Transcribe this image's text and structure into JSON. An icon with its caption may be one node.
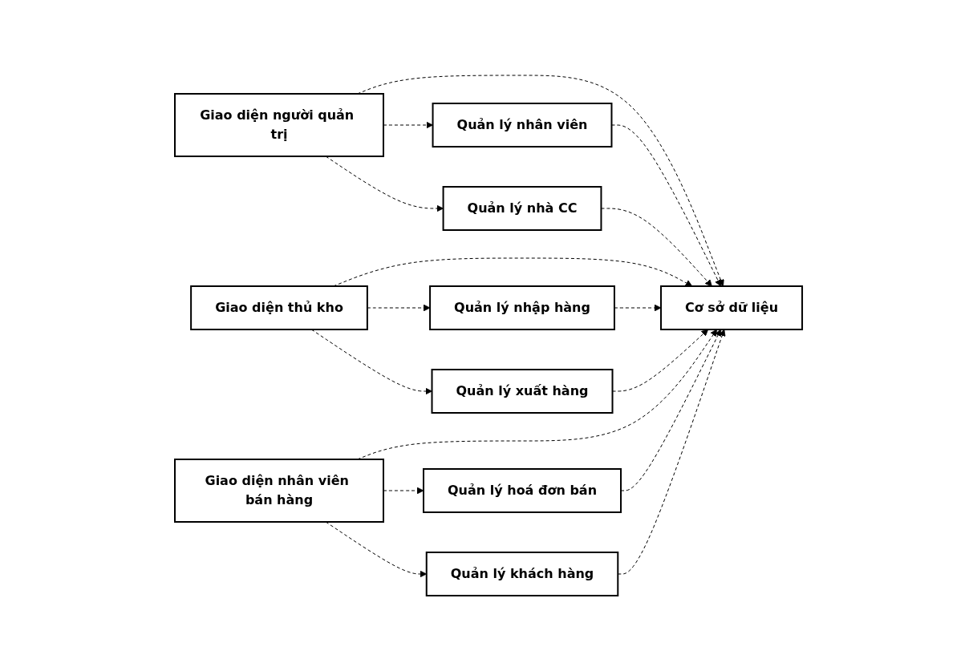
{
  "diagram": {
    "nodes": [
      {
        "text": [
          "Quản lý nhân viên"
        ]
      },
      {
        "text": [
          "Giao diện người quản trị"
        ]
      },
      {
        "text": [
          "Quản lý nhà CC"
        ]
      },
      {
        "text": [
          "Quản lý nhập hàng"
        ]
      },
      {
        "text": [
          "Cơ sở dữ liệu"
        ]
      },
      {
        "text": [
          "Giao diện thủ kho"
        ]
      },
      {
        "text": [
          "Quản lý xuất hàng"
        ]
      },
      {
        "text": [
          "Quản lý hoá đơn bán"
        ]
      },
      {
        "text": [
          "Giao diện nhân viên bán hàng"
        ]
      },
      {
        "text": [
          "Quản lý khách hàng"
        ]
      }
    ],
    "edges": [
      {
        "from": 1,
        "to": 0,
        "arrow": "to",
        "style": "dashed"
      },
      {
        "from": 1,
        "to": 2,
        "arrow": "to",
        "style": "dashed"
      },
      {
        "from": 1,
        "to": 4,
        "arrow": "to",
        "style": "dashed"
      },
      {
        "from": 0,
        "to": 4,
        "arrow": "to",
        "style": "dashed"
      },
      {
        "from": 2,
        "to": 4,
        "arrow": "to",
        "style": "dashed"
      },
      {
        "from": 5,
        "to": 3,
        "arrow": "to",
        "style": "dashed"
      },
      {
        "from": 5,
        "to": 4,
        "arrow": "to",
        "style": "dashed"
      },
      {
        "from": 5,
        "to": 6,
        "arrow": "to",
        "style": "dashed"
      },
      {
        "from": 3,
        "to": 4,
        "arrow": "to",
        "style": "dashed"
      },
      {
        "from": 6,
        "to": 4,
        "arrow": "to",
        "style": "dashed"
      },
      {
        "from": 8,
        "to": 4,
        "arrow": "to",
        "style": "dashed"
      },
      {
        "from": 8,
        "to": 7,
        "arrow": "to",
        "style": "dashed"
      },
      {
        "from": 7,
        "to": 4,
        "arrow": "to",
        "style": "dashed"
      },
      {
        "from": 8,
        "to": 9,
        "arrow": "to",
        "style": "dashed"
      },
      {
        "from": 9,
        "to": 4,
        "arrow": "to",
        "style": "dashed"
      }
    ]
  }
}
